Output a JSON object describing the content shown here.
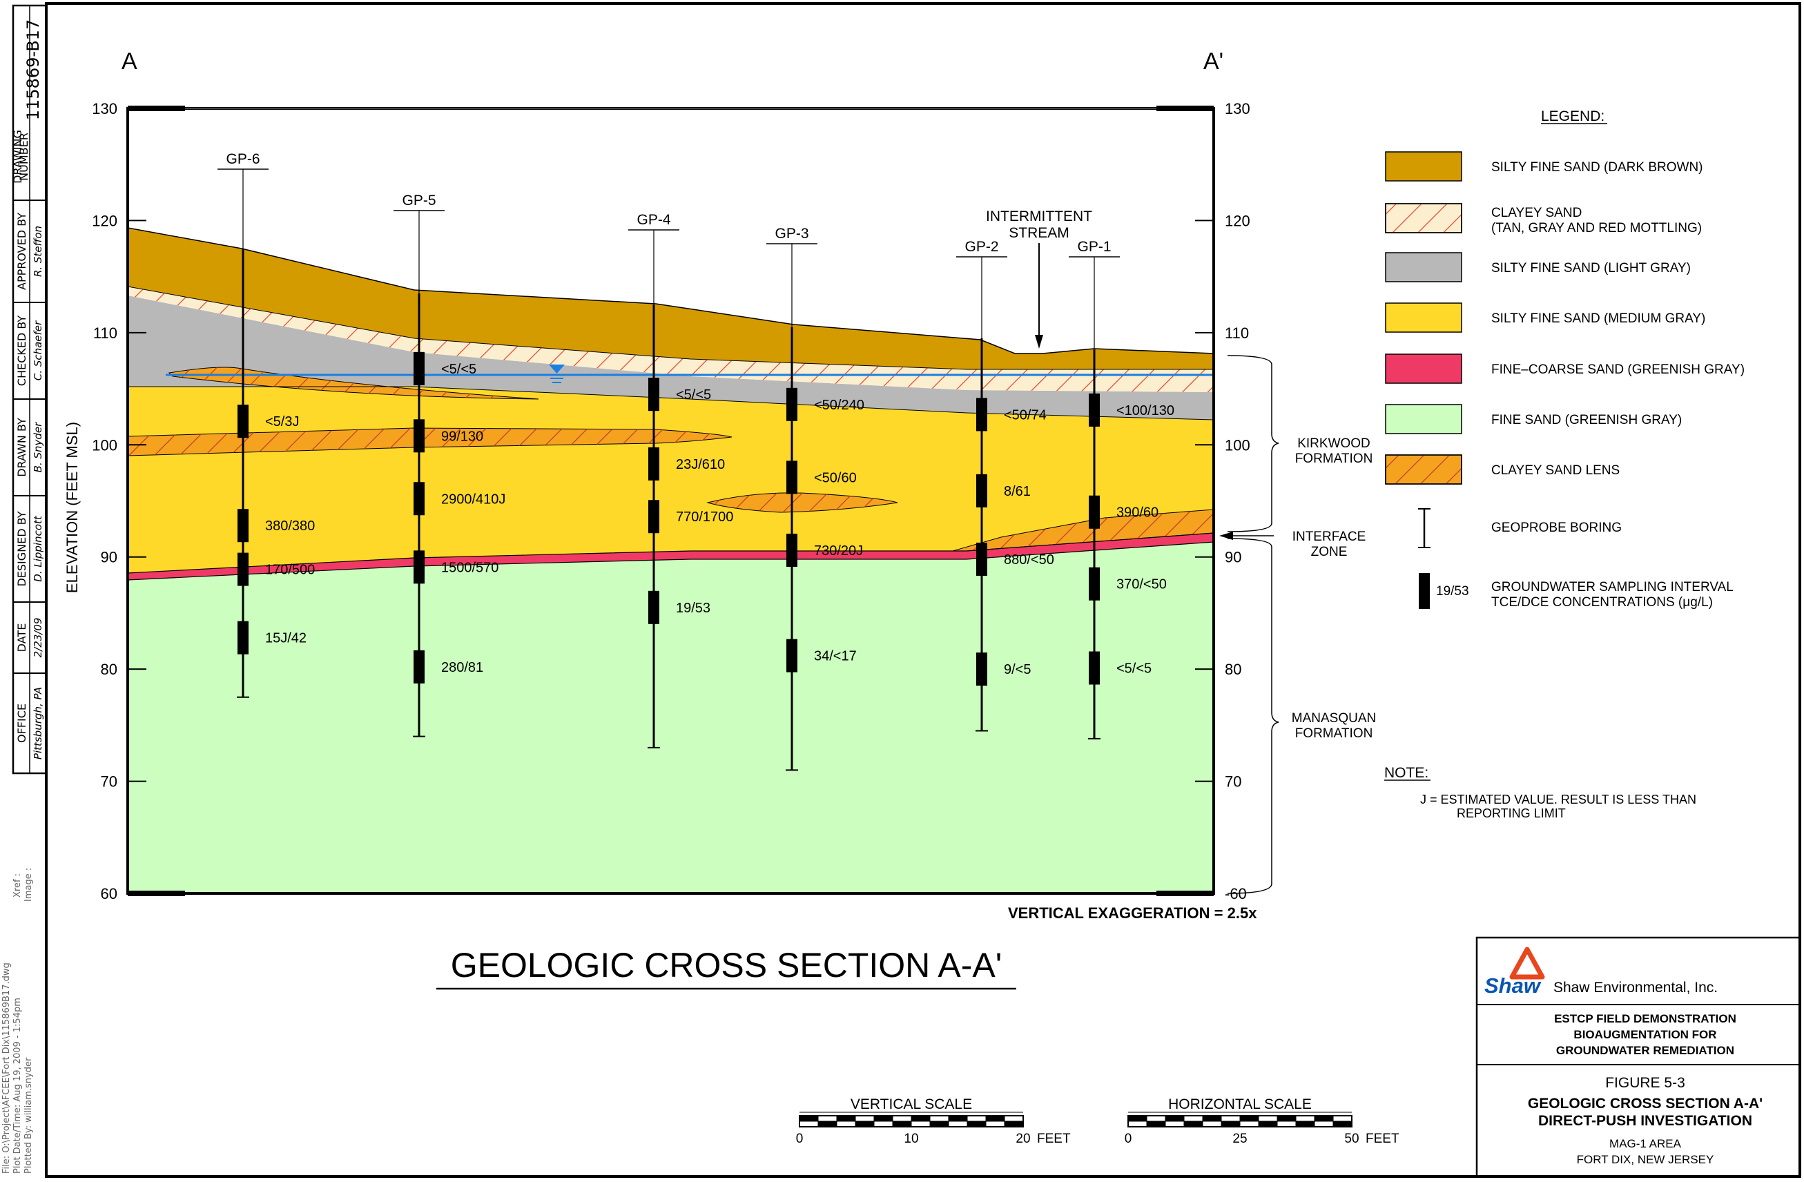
{
  "drawing_number": "115869-B17",
  "title_block": [
    {
      "label": "DRAWING NUMBER",
      "label1": "DRAWING",
      "label2": "NUMBER",
      "value": "115869-B17"
    },
    {
      "label": "APPROVED BY",
      "value": "R. Steffon"
    },
    {
      "label": "CHECKED BY",
      "value": "C. Schaefer"
    },
    {
      "label": "DRAWN BY",
      "value": "B. Snyder"
    },
    {
      "label": "DESIGNED BY",
      "value": "D. Lippincott"
    },
    {
      "label": "DATE",
      "value": "2/23/09"
    },
    {
      "label": "OFFICE",
      "value": "Pittsburgh, PA"
    }
  ],
  "file_info": {
    "file": "File: O:\\Project\\AFCEE\\Fort Dix\\115869B17.dwg",
    "plot_date": "Plot Date/Time: Aug 19, 2009 - 1:54pm",
    "plotted_by": "Plotted By: william.snyder",
    "xref": "Xref :",
    "image": "Image :"
  },
  "section": {
    "start_label": "A",
    "end_label": "A'",
    "y_axis_label": "ELEVATION (FEET MSL)",
    "y_ticks_left": [
      "130",
      "120",
      "110",
      "100",
      "90",
      "80",
      "70",
      "60"
    ],
    "y_ticks_right": [
      "130",
      "120",
      "110",
      "100",
      "90",
      "80",
      "70",
      "-60"
    ],
    "vertical_exaggeration": "VERTICAL EXAGGERATION = 2.5x",
    "title": "GEOLOGIC CROSS SECTION A-A'",
    "stream_label_1": "INTERMITTENT",
    "stream_label_2": "STREAM",
    "formations": {
      "kirkwood_1": "KIRKWOOD",
      "kirkwood_2": "FORMATION",
      "interface_1": "INTERFACE",
      "interface_2": "ZONE",
      "manasquan_1": "MANASQUAN",
      "manasquan_2": "FORMATION"
    }
  },
  "borings": [
    {
      "name": "GP-6",
      "top_elev": 117.5,
      "bottom_elev": 77.5,
      "intervals": [
        {
          "elev": 102.1,
          "value": "<5/3J"
        },
        {
          "elev": 92.8,
          "value": "380/380"
        },
        {
          "elev": 88.9,
          "value": "170/500"
        },
        {
          "elev": 82.8,
          "value": "15J/42"
        }
      ]
    },
    {
      "name": "GP-5",
      "top_elev": 113.5,
      "bottom_elev": 74.0,
      "intervals": [
        {
          "elev": 106.8,
          "value": "<5/<5"
        },
        {
          "elev": 100.8,
          "value": "99/130"
        },
        {
          "elev": 95.2,
          "value": "2900/410J"
        },
        {
          "elev": 89.1,
          "value": "1500/570"
        },
        {
          "elev": 80.2,
          "value": "280/81"
        }
      ]
    },
    {
      "name": "GP-4",
      "top_elev": 112.5,
      "bottom_elev": 73.0,
      "intervals": [
        {
          "elev": 104.5,
          "value": "<5/<5"
        },
        {
          "elev": 98.3,
          "value": "23J/610"
        },
        {
          "elev": 93.6,
          "value": "770/1700"
        },
        {
          "elev": 85.5,
          "value": "19/53"
        }
      ]
    },
    {
      "name": "GP-3",
      "top_elev": 110.5,
      "bottom_elev": 71.0,
      "intervals": [
        {
          "elev": 103.6,
          "value": "<50/240"
        },
        {
          "elev": 97.1,
          "value": "<50/60"
        },
        {
          "elev": 90.6,
          "value": "730/20J"
        },
        {
          "elev": 81.2,
          "value": "34/<17"
        }
      ]
    },
    {
      "name": "GP-2",
      "top_elev": 109.5,
      "bottom_elev": 74.5,
      "intervals": [
        {
          "elev": 102.7,
          "value": "<50/74"
        },
        {
          "elev": 95.9,
          "value": "8/61"
        },
        {
          "elev": 89.8,
          "value": "880/<50"
        },
        {
          "elev": 80.0,
          "value": "9/<5"
        }
      ]
    },
    {
      "name": "GP-1",
      "top_elev": 108.5,
      "bottom_elev": 73.8,
      "intervals": [
        {
          "elev": 103.1,
          "value": "<100/130"
        },
        {
          "elev": 94.0,
          "value": "390/60"
        },
        {
          "elev": 87.6,
          "value": "370/<50"
        },
        {
          "elev": 80.1,
          "value": "<5/<5"
        }
      ]
    }
  ],
  "legend": {
    "title": "LEGEND:",
    "items": [
      {
        "swatch": "dark-brown",
        "color": "#d39b00",
        "label": "SILTY FINE SAND (DARK BROWN)"
      },
      {
        "swatch": "hatched-tan",
        "color": "#fcefd0",
        "label": "CLAYEY SAND",
        "label2": "(TAN, GRAY AND RED MOTTLING)"
      },
      {
        "swatch": "light-gray",
        "color": "#b8b8b8",
        "label": "SILTY FINE SAND (LIGHT GRAY)"
      },
      {
        "swatch": "medium-gray-yellow",
        "color": "#ffd929",
        "label": "SILTY FINE SAND (MEDIUM GRAY)"
      },
      {
        "swatch": "red",
        "color": "#f03a66",
        "label": "FINE–COARSE SAND (GREENISH GRAY)"
      },
      {
        "swatch": "light-green",
        "color": "#ccffbf",
        "label": "FINE SAND (GREENISH GRAY)"
      },
      {
        "swatch": "hatched-orange",
        "color": "#f5a31f",
        "label": "CLAYEY SAND LENS"
      },
      {
        "swatch": "boring-symbol",
        "label": "GEOPROBE BORING"
      },
      {
        "swatch": "interval-symbol",
        "sample": "19/53",
        "label": "GROUNDWATER SAMPLING INTERVAL",
        "label2": "TCE/DCE CONCENTRATIONS (μg/L)"
      }
    ]
  },
  "note": {
    "title": "NOTE:",
    "line1": "J  =  ESTIMATED  VALUE.  RESULT  IS  LESS  THAN",
    "line2": "REPORTING  LIMIT"
  },
  "scales": {
    "vertical": {
      "title": "VERTICAL  SCALE",
      "ticks": [
        "0",
        "10",
        "20"
      ],
      "unit": "FEET"
    },
    "horizontal": {
      "title": "HORIZONTAL  SCALE",
      "ticks": [
        "0",
        "25",
        "50"
      ],
      "unit": "FEET"
    }
  },
  "company": {
    "logo_text": "Shaw",
    "name": "Shaw Environmental, Inc.",
    "project_line1": "ESTCP FIELD DEMONSTRATION",
    "project_line2": "BIOAUGMENTATION FOR",
    "project_line3": "GROUNDWATER REMEDIATION",
    "figure": "FIGURE 5-3",
    "figure_title1": "GEOLOGIC CROSS SECTION A-A'",
    "figure_title2": "DIRECT-PUSH INVESTIGATION",
    "location1": "MAG-1 AREA",
    "location2": "FORT DIX, NEW JERSEY"
  },
  "colors": {
    "dark_brown": "#d39b00",
    "clayey_tan": "#fcefd0",
    "light_gray": "#b8b8b8",
    "medium_yellow": "#ffd929",
    "red_sand": "#f03a66",
    "green_sand": "#ccffbf",
    "lens_orange": "#f5a31f",
    "water_table": "#1a7fe0",
    "logo_red": "#e8461c",
    "logo_blue": "#0a55b0"
  }
}
